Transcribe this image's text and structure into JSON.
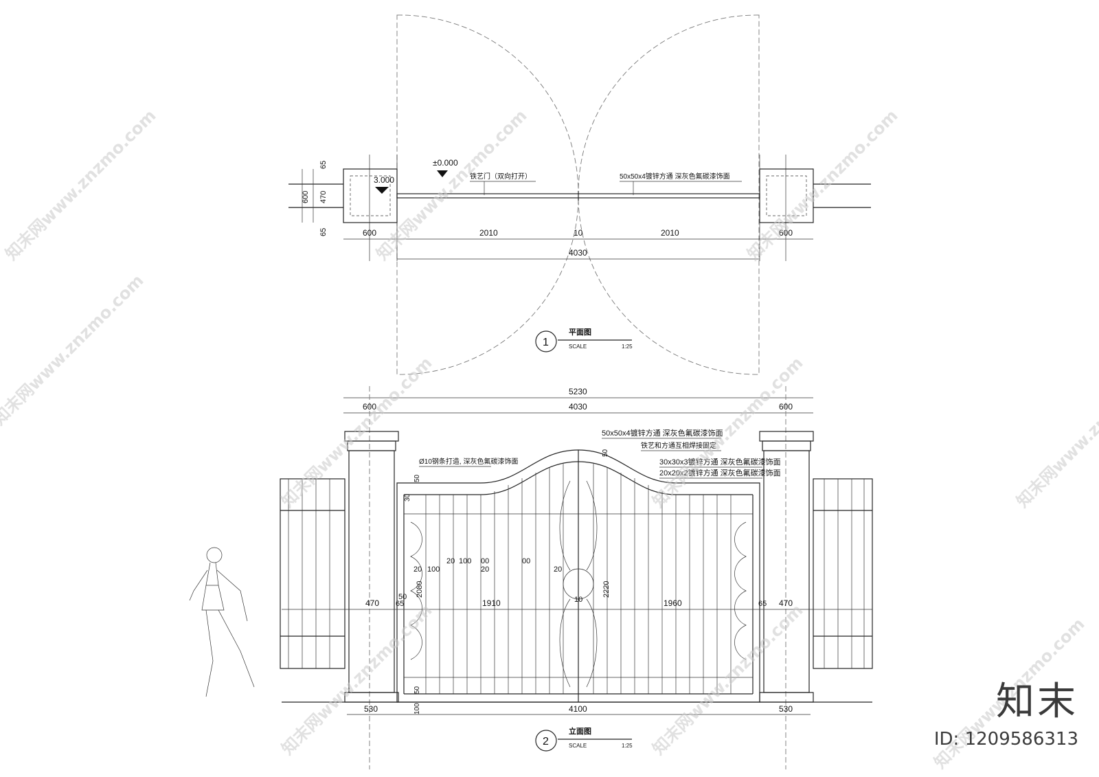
{
  "plan": {
    "title": "平面图",
    "number": "1",
    "scale_label": "SCALE",
    "scale_value": "1:25",
    "elevation_zero": "±0.000",
    "elevation_pier": "3.000",
    "note_gate": "铁艺门（双向打开）",
    "note_tube": "50x50x4镀锌方通  深灰色氟碳漆饰面",
    "dims_left_stack": [
      "65",
      "470",
      "65"
    ],
    "dim_left_total": "600",
    "dims_bottom": [
      "600",
      "2010",
      "10",
      "2010",
      "600"
    ],
    "dim_total": "4030"
  },
  "elevation": {
    "title": "立面图",
    "number": "2",
    "scale_label": "SCALE",
    "scale_value": "1:25",
    "dim_overall": "5230",
    "dims_top": [
      "600",
      "4030",
      "600"
    ],
    "notes": [
      "50x50x4镀锌方通  深灰色氟碳漆饰面",
      "铁艺和方通互相焊接固定",
      "30x30x3镀锌方通  深灰色氟碳漆饰面",
      "20x20x2镀锌方通  深灰色氟碳漆饰面",
      "Ø10钢条打造, 深灰色氟碳漆饰面"
    ],
    "dims_mid": [
      "470",
      "65",
      "50",
      "1910",
      "10",
      "1960",
      "65",
      "470"
    ],
    "dim_heights": [
      "2080",
      "2220",
      "50",
      "50",
      "50",
      "30",
      "100"
    ],
    "dims_bottom": [
      "530",
      "4100",
      "530"
    ],
    "bar_spacing": [
      "20",
      "100",
      "20",
      "100",
      "00",
      "20",
      "00",
      "20"
    ]
  },
  "watermark": {
    "text": "知末网www.znzmo.com"
  },
  "brand": {
    "logo": "知末",
    "id": "ID: 1209586313"
  }
}
